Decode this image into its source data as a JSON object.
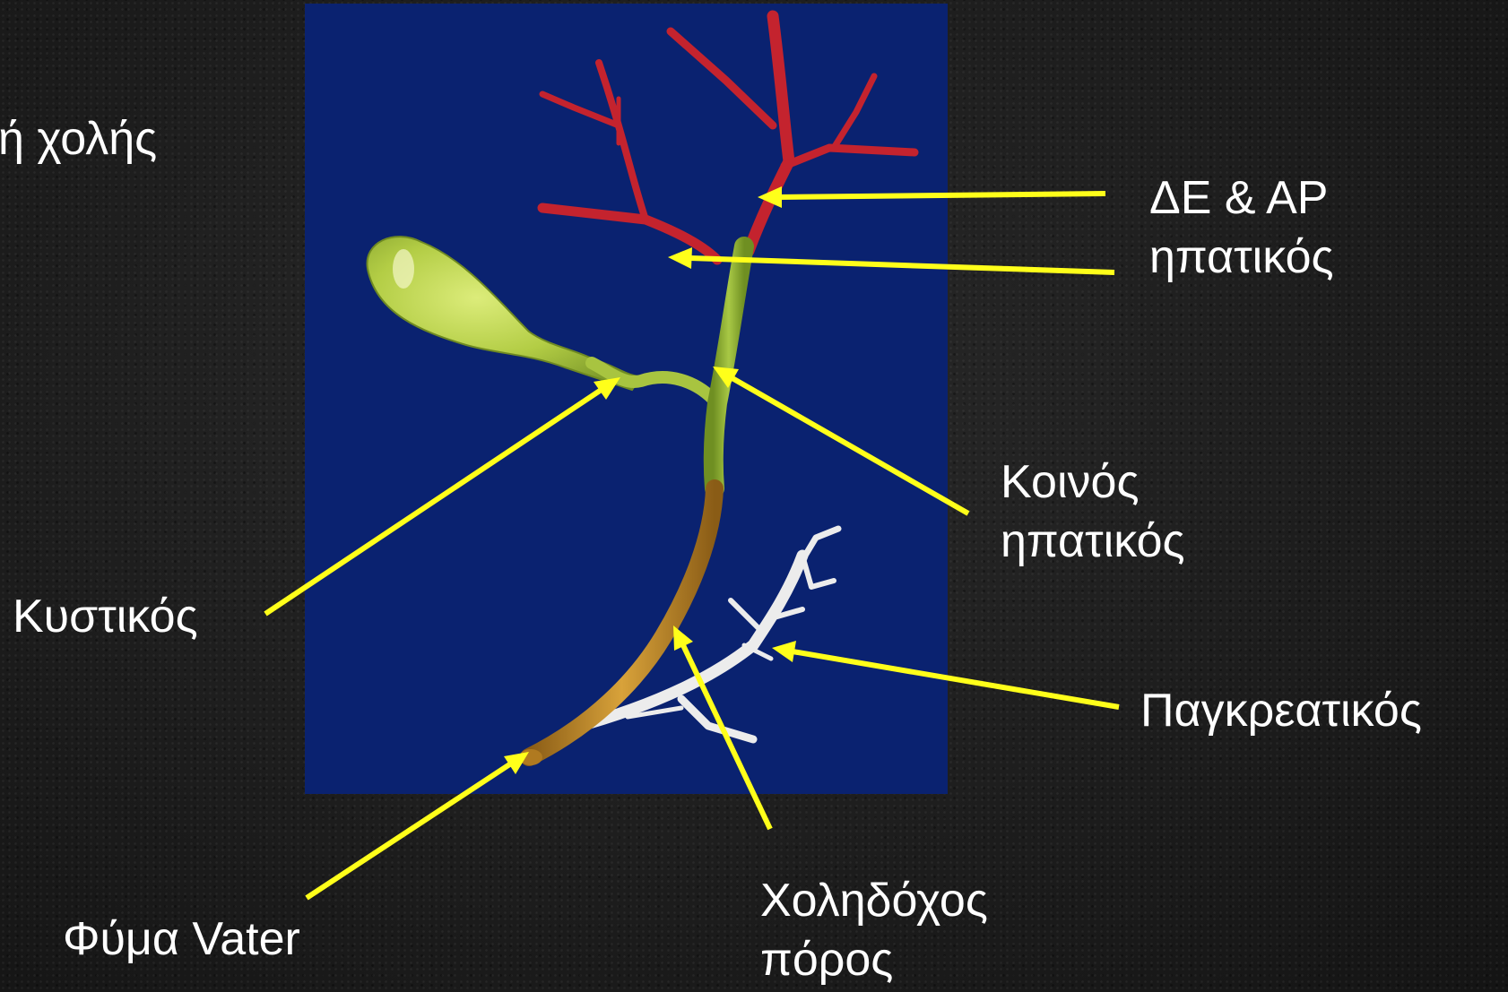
{
  "slide": {
    "title": "ή χολής"
  },
  "labels": {
    "de_ar_hepatic": [
      "ΔΕ & ΑΡ",
      "ηπατικός"
    ],
    "common_hepatic": [
      "Κοινός",
      "ηπατικός"
    ],
    "cystic": "Κυστικός",
    "pancreatic": "Παγκρεατικός",
    "vater": "Φύμα Vater",
    "common_bile_duct": [
      "Χοληδόχος",
      "πόρος"
    ]
  },
  "colors": {
    "panel": "#0a2270",
    "arrow": "#ffff1a",
    "hepatic_ducts": "#c4232e",
    "gallbladder": "#a9c640",
    "bile_duct": "#c8922a",
    "pancreatic_duct": "#ececec"
  }
}
